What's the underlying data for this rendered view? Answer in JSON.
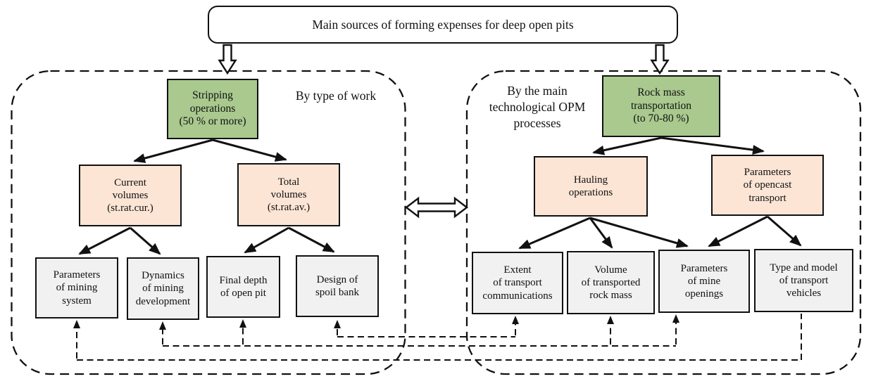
{
  "title": "Main sources of forming expenses for deep open pits",
  "left_group": {
    "label": "By type of work",
    "root": "Stripping\noperations\n(50 % or more)",
    "children": [
      "Current\nvolumes\n(st.rat.cur.)",
      "Total\nvolumes\n(st.rat.av.)"
    ],
    "leaves": [
      "Parameters\nof mining\nsystem",
      "Dynamics\nof mining\ndevelopment",
      "Final depth\nof open pit",
      "Design of\nspoil bank"
    ]
  },
  "right_group": {
    "label": "By the main\ntechnological OPM\nprocesses",
    "root": "Rock mass\ntransportation\n(to 70-80 %)",
    "children": [
      "Hauling\noperations",
      "Parameters\nof opencast\ntransport"
    ],
    "leaves": [
      "Extent\nof transport\ncommunications",
      "Volume\nof transported\nrock mass",
      "Parameters\nof mine\nopenings",
      "Type and model\nof transport\nvehicles"
    ]
  },
  "colors": {
    "root-fill": "#a9c98e",
    "mid-fill": "#fce5d5",
    "leaf-fill": "#f1f1f1",
    "line": "#111111",
    "canvas": "#ffffff"
  }
}
